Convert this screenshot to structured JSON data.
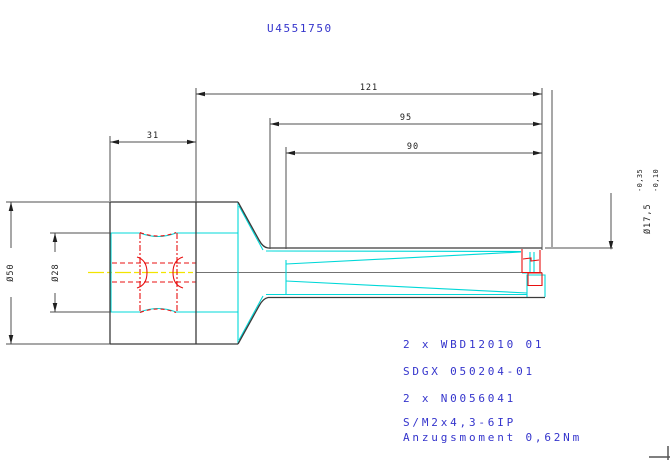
{
  "drawing": {
    "number": "U4551750"
  },
  "dimensions": {
    "overall_length": "121",
    "intermediate_length": "95",
    "flute_length": "90",
    "shank_length": "31",
    "flange_diameter": "Ø50",
    "shank_diameter": "Ø28",
    "cutting_diameter": "Ø17,5",
    "cutting_diameter_tol_upper": "-0,35",
    "cutting_diameter_tol_lower": "-0,10"
  },
  "parts_list": {
    "lines": [
      "2 x WBD12010 01",
      "SDGX 050204-01",
      "2 x N0056041",
      "S/M2x4,3-6IP",
      "Anzugsmoment 0,62Nm"
    ]
  },
  "colors": {
    "annotation_blue": "#3434cc",
    "contour_cyan": "#00d8d8",
    "coolant_red": "#e81010",
    "centerline_yellow": "#f2e400",
    "line_dark": "#3b3b3b"
  }
}
